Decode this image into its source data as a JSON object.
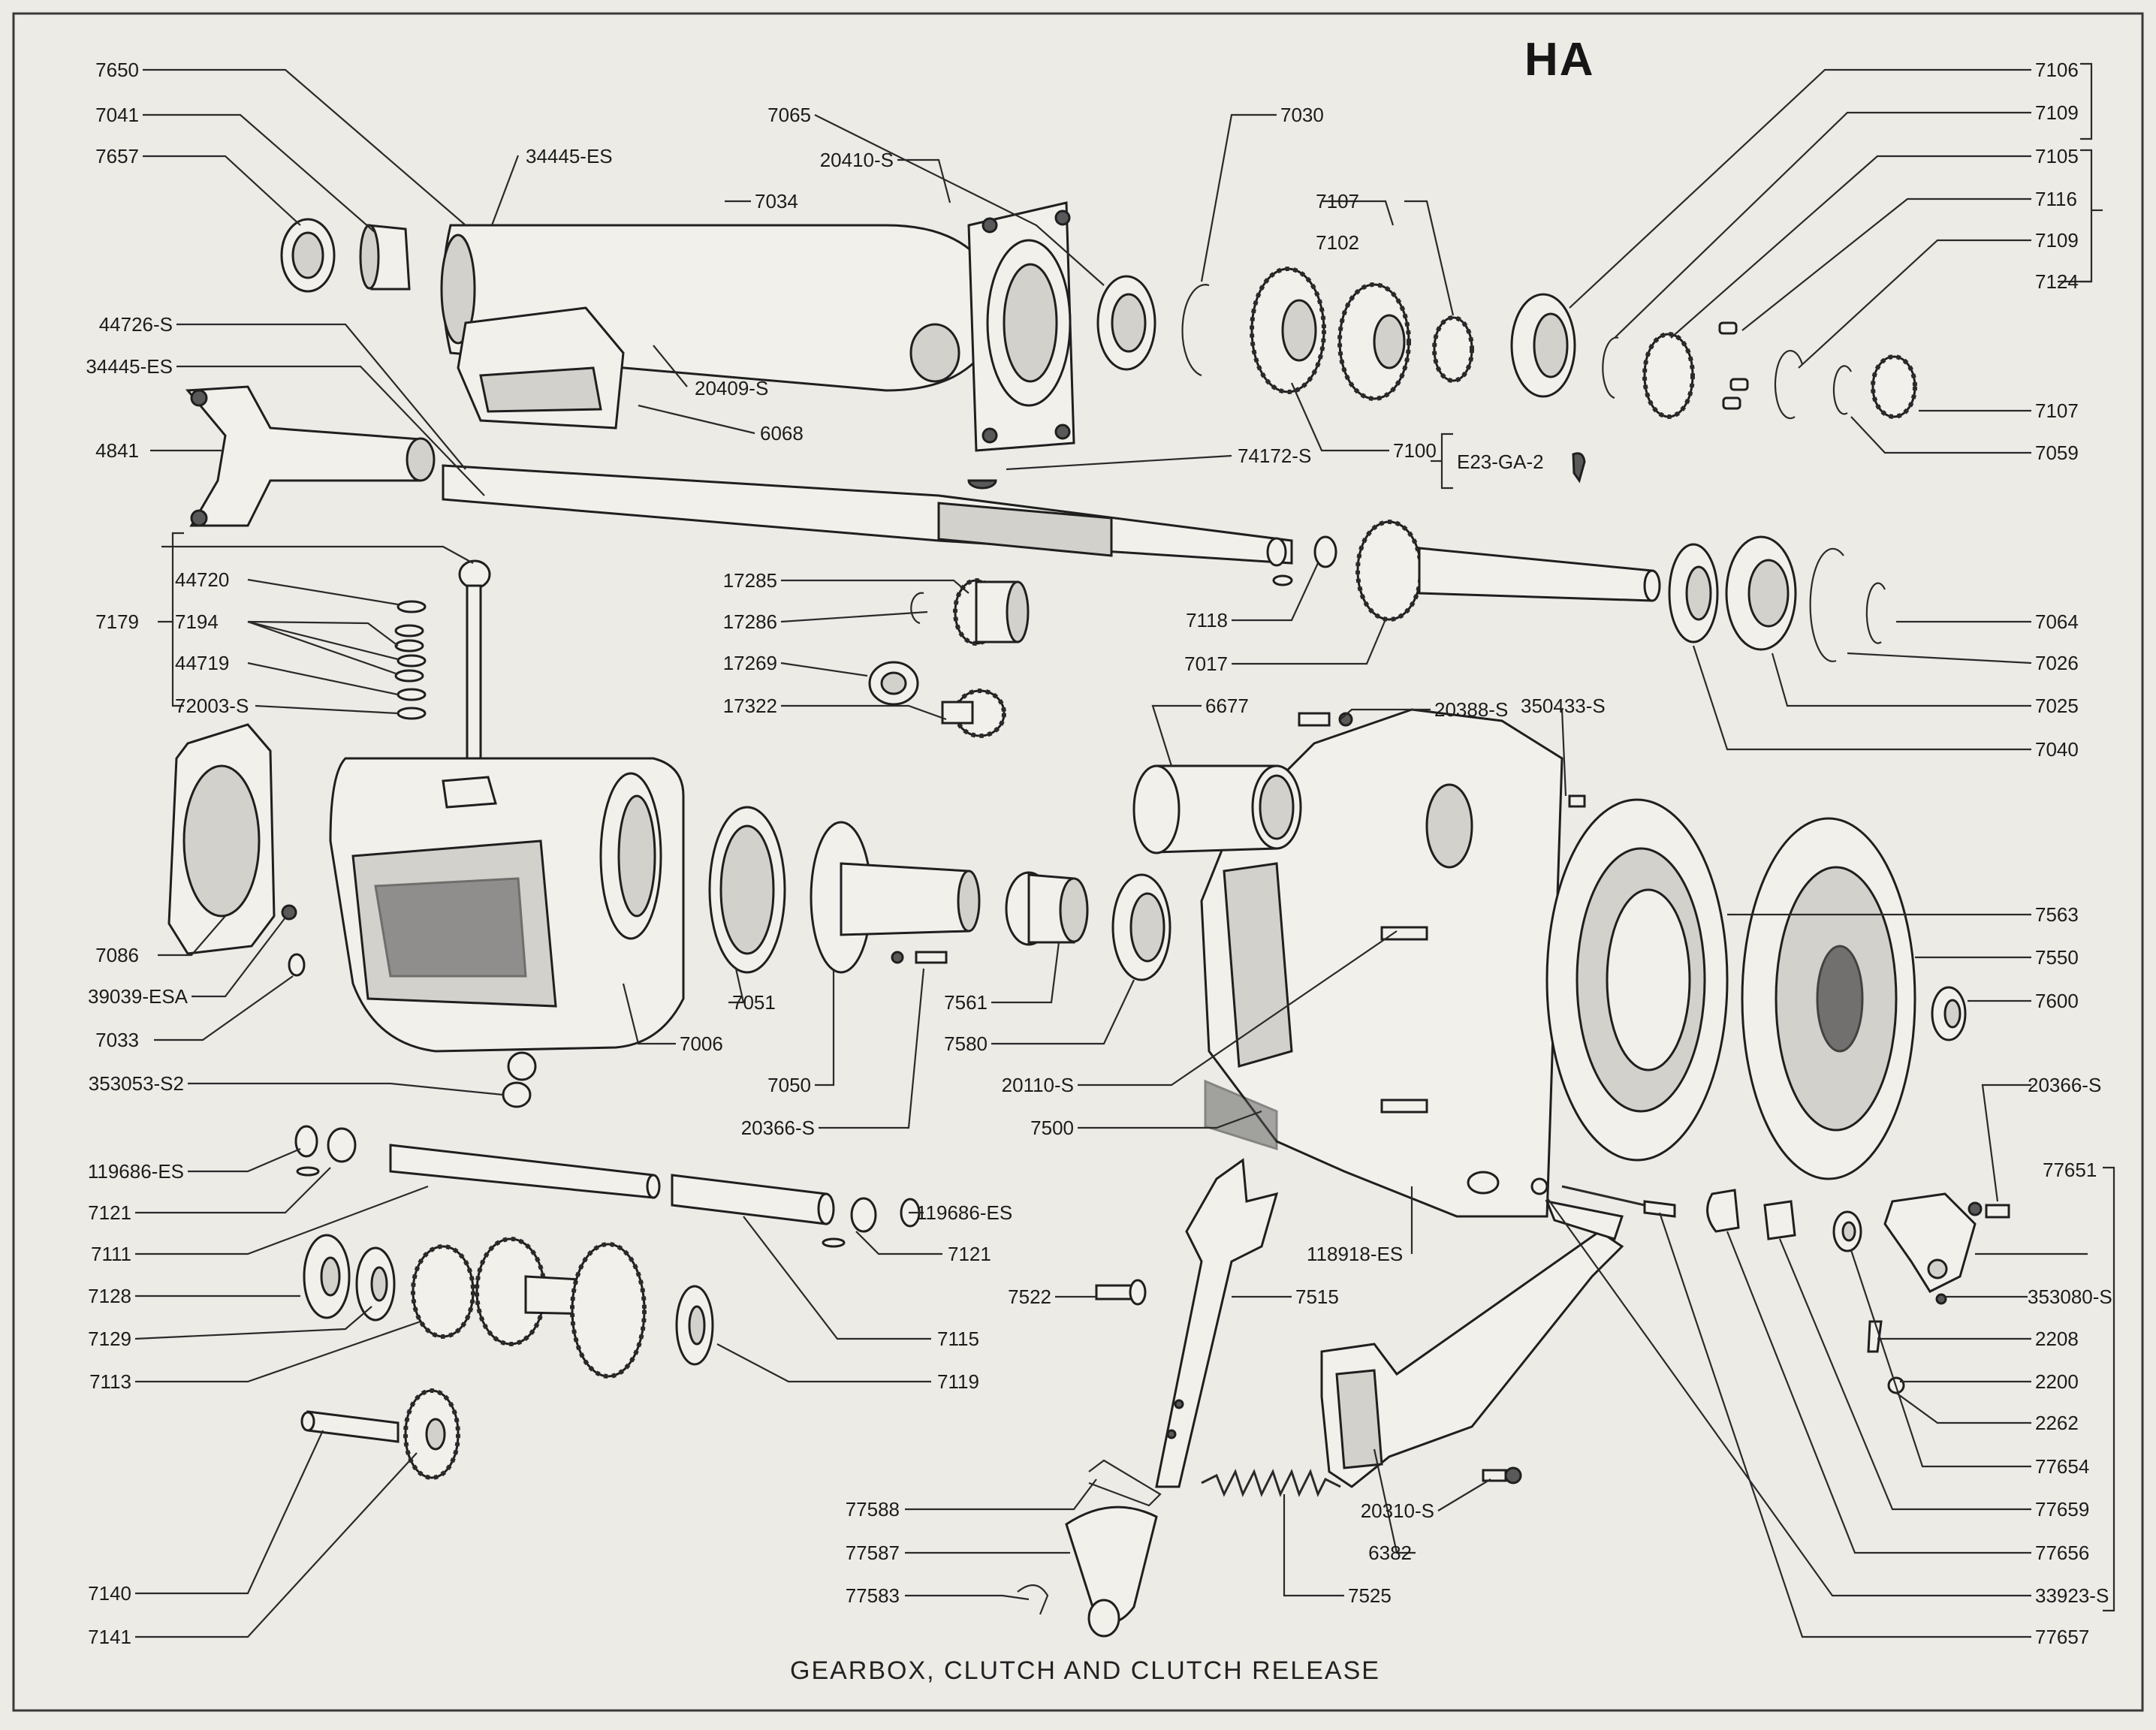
{
  "page": {
    "code": "HA",
    "caption": "GEARBOX, CLUTCH AND CLUTCH RELEASE",
    "colors": {
      "paper": "#ecebe6",
      "ink": "#1f1f1f"
    }
  },
  "labels": {
    "p7650": "7650",
    "p7041": "7041",
    "p7657": "7657",
    "p34445es_top": "34445-ES",
    "p44726s": "44726-S",
    "p34445es": "34445-ES",
    "p4841": "4841",
    "p7179": "7179",
    "p44720": "44720",
    "p7194": "7194",
    "p44719": "44719",
    "p72003s": "72003-S",
    "p7086": "7086",
    "p39039esa": "39039-ESA",
    "p7033": "7033",
    "p353053s2": "353053-S2",
    "p119686es_l": "119686-ES",
    "p7121_l": "7121",
    "p7111": "7111",
    "p7128": "7128",
    "p7129": "7129",
    "p7113": "7113",
    "p7140": "7140",
    "p7141": "7141",
    "p7065": "7065",
    "p20410s": "20410-S",
    "p7034": "7034",
    "p7030": "7030",
    "p20409s": "20409-S",
    "p6068": "6068",
    "p74172s": "74172-S",
    "p7100": "7100",
    "pE23": "E23-GA-2",
    "p7107_top": "7107",
    "p7102": "7102",
    "p17285": "17285",
    "p17286": "17286",
    "p17269": "17269",
    "p17322": "17322",
    "p7118": "7118",
    "p7017": "7017",
    "p20388s": "20388-S",
    "p6677": "6677",
    "p350433s": "350433-S",
    "p7051": "7051",
    "p7006": "7006",
    "p7050": "7050",
    "p20366s_m": "20366-S",
    "p7561": "7561",
    "p7580": "7580",
    "p20110s": "20110-S",
    "p7500": "7500",
    "p118918es": "118918-ES",
    "p119686es_r": "119686-ES",
    "p7121_r": "7121",
    "p7115": "7115",
    "p7119": "7119",
    "p7522": "7522",
    "p7515": "7515",
    "p77588": "77588",
    "p77587": "77587",
    "p77583": "77583",
    "p7525": "7525",
    "p20310s": "20310-S",
    "p6382": "6382",
    "p7106": "7106",
    "p7109a": "7109",
    "p7105": "7105",
    "p7116": "7116",
    "p7109b": "7109",
    "p7124": "7124",
    "p7107_r": "7107",
    "p7059": "7059",
    "p7064": "7064",
    "p7026": "7026",
    "p7025": "7025",
    "p7040": "7040",
    "p7563": "7563",
    "p7550": "7550",
    "p7600": "7600",
    "p20366s_r": "20366-S",
    "p77651": "77651",
    "p353080s": "353080-S",
    "p2208": "2208",
    "p2200": "2200",
    "p2262": "2262",
    "p77654": "77654",
    "p77659": "77659",
    "p77656": "77656",
    "p33923s": "33923-S",
    "p77657": "77657"
  }
}
